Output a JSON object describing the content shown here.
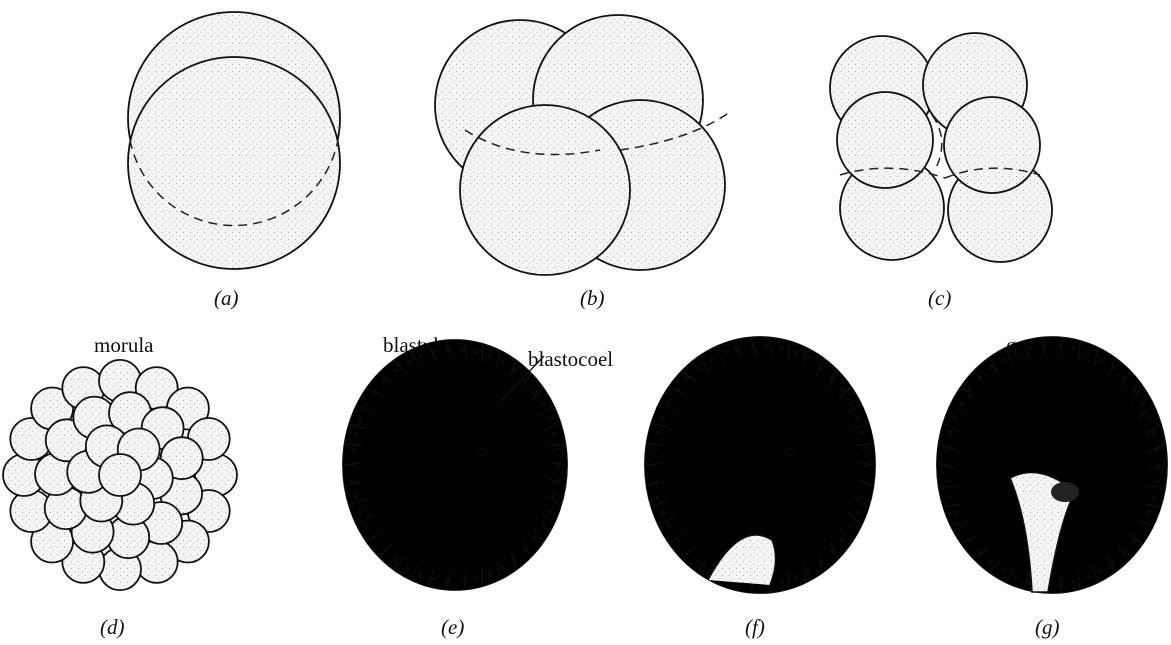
{
  "panels": [
    {
      "id": "a",
      "caption": "(a)"
    },
    {
      "id": "b",
      "caption": "(b)"
    },
    {
      "id": "c",
      "caption": "(c)"
    },
    {
      "id": "d",
      "caption": "(d)",
      "label": "morula"
    },
    {
      "id": "e",
      "caption": "(e)",
      "label": "blastula",
      "annotation": "blastocoel"
    },
    {
      "id": "f",
      "caption": "(f)"
    },
    {
      "id": "g",
      "caption": "(g)",
      "label": "gastrula"
    }
  ],
  "colors": {
    "ink": "#111111",
    "stipple": "#9a9a9a"
  }
}
